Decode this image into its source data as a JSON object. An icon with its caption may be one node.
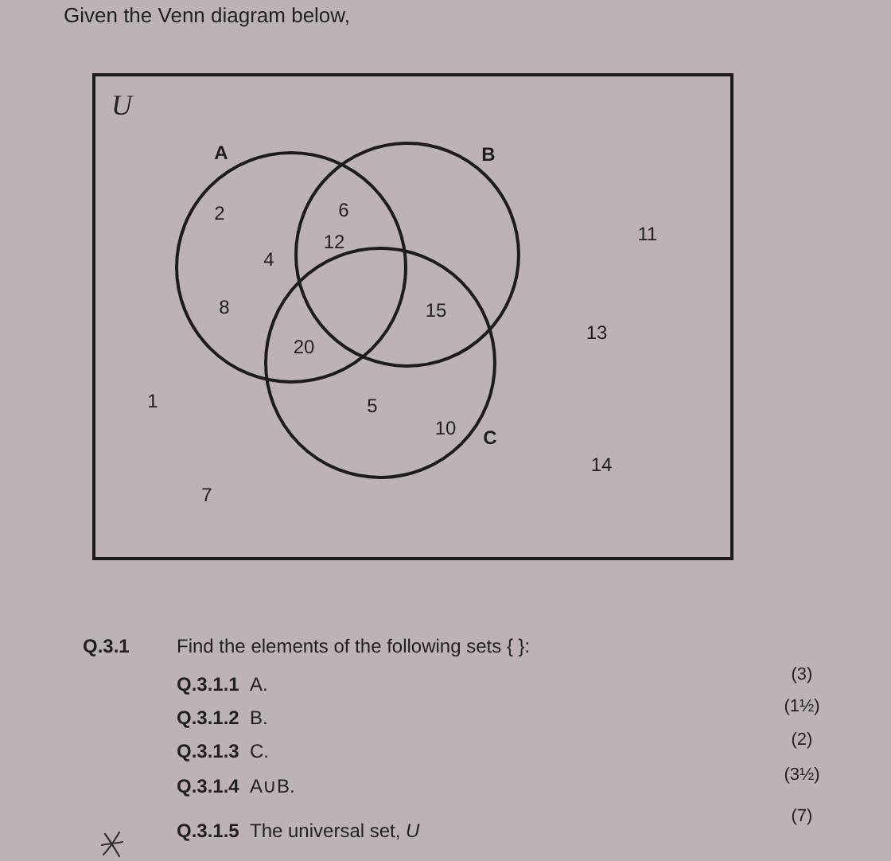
{
  "diagram": {
    "title": "Given the Venn diagram below,",
    "nodes": [
      {
        "text": [
          "U"
        ]
      },
      {
        "text": [
          "A"
        ],
        "in": 0
      },
      {
        "text": [
          "B"
        ],
        "in": 0
      },
      {
        "text": [
          "C"
        ],
        "in": 0
      }
    ],
    "labels": [
      "2",
      "6",
      "12",
      "11",
      "4",
      "8",
      "15",
      "20",
      "13",
      "1",
      "5",
      "10",
      "14",
      "7",
      "Q.3.1",
      "Find the elements of the following sets { }:",
      "Q.3.1.1",
      "A.",
      "(3)",
      "Q.3.1.2",
      "B.",
      "(1½)",
      "Q.3.1.3",
      "C.",
      "(2)",
      "Q.3.1.4",
      "A∪B.",
      "(3½)",
      "Q.3.1.5",
      "The universal set, *U*",
      "(7)"
    ]
  }
}
